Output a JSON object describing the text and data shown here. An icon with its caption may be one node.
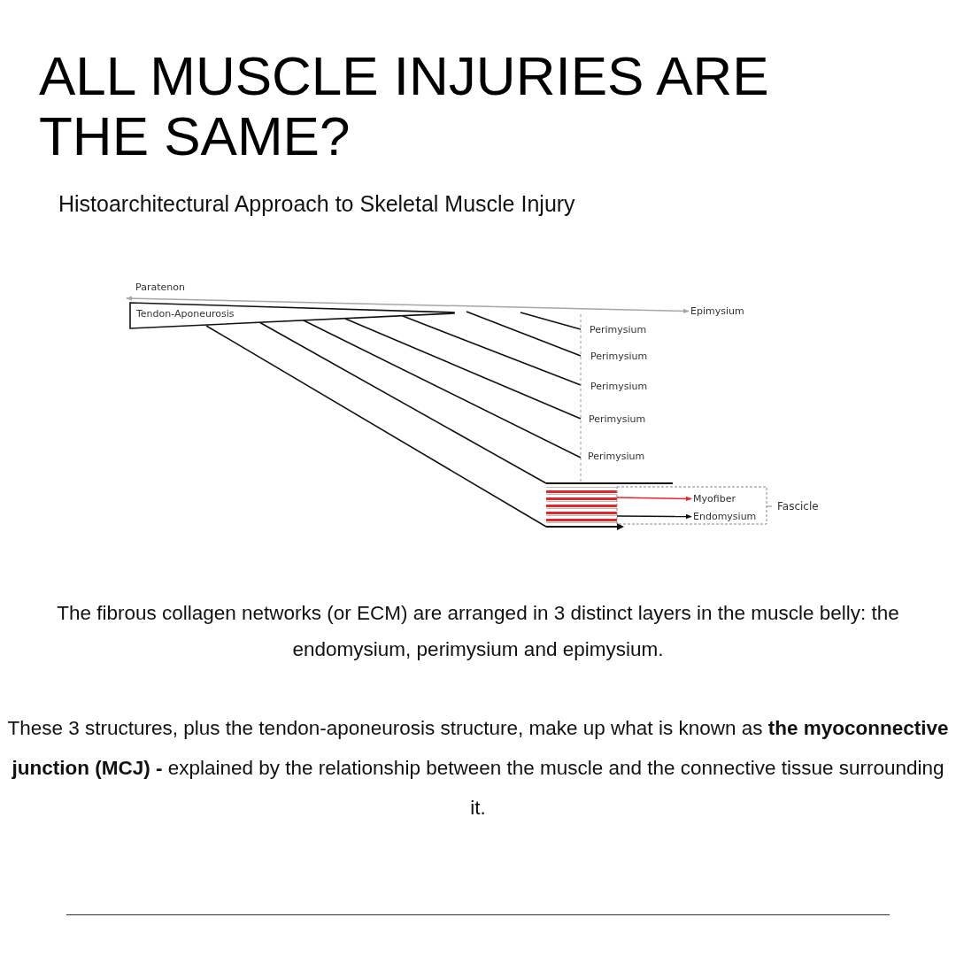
{
  "diagram": {
    "title": "ALL MUSCLE INJURIES ARE THE SAME?",
    "nodes": [
      {
        "text": [
          "Tendon-Aponeurosis"
        ]
      },
      {
        "text": [
          "Epimysium"
        ]
      },
      {
        "text": [
          "Myofiber"
        ]
      },
      {
        "text": [
          "Endomysium"
        ]
      }
    ],
    "edges": [
      {
        "from": 0,
        "to": 1,
        "arrow": "both",
        "color": "#a6a6a6"
      },
      {
        "from": null,
        "to": 2,
        "arrow": "to",
        "color": "#e8262a"
      },
      {
        "from": null,
        "to": 3,
        "arrow": "to",
        "color": "#111111"
      }
    ],
    "labels": [
      "Histoarchitectural Approach to Skeletal Muscle Injury",
      "Paratenon",
      "Perimysium",
      "Perimysium",
      "Perimysium",
      "Perimysium",
      "Perimysium",
      "Fascicle",
      "The fibrous collagen networks (or ECM) are arranged in 3 distinct layers in the muscle belly: the endomysium, perimysium and epimysium.",
      "These 3 structures, plus the tendon-aponeurosis structure, make up what is known as **the myoconnective junction (MCJ) -** explained by the relationship between the muscle and the connective tissue surrounding it."
    ]
  }
}
